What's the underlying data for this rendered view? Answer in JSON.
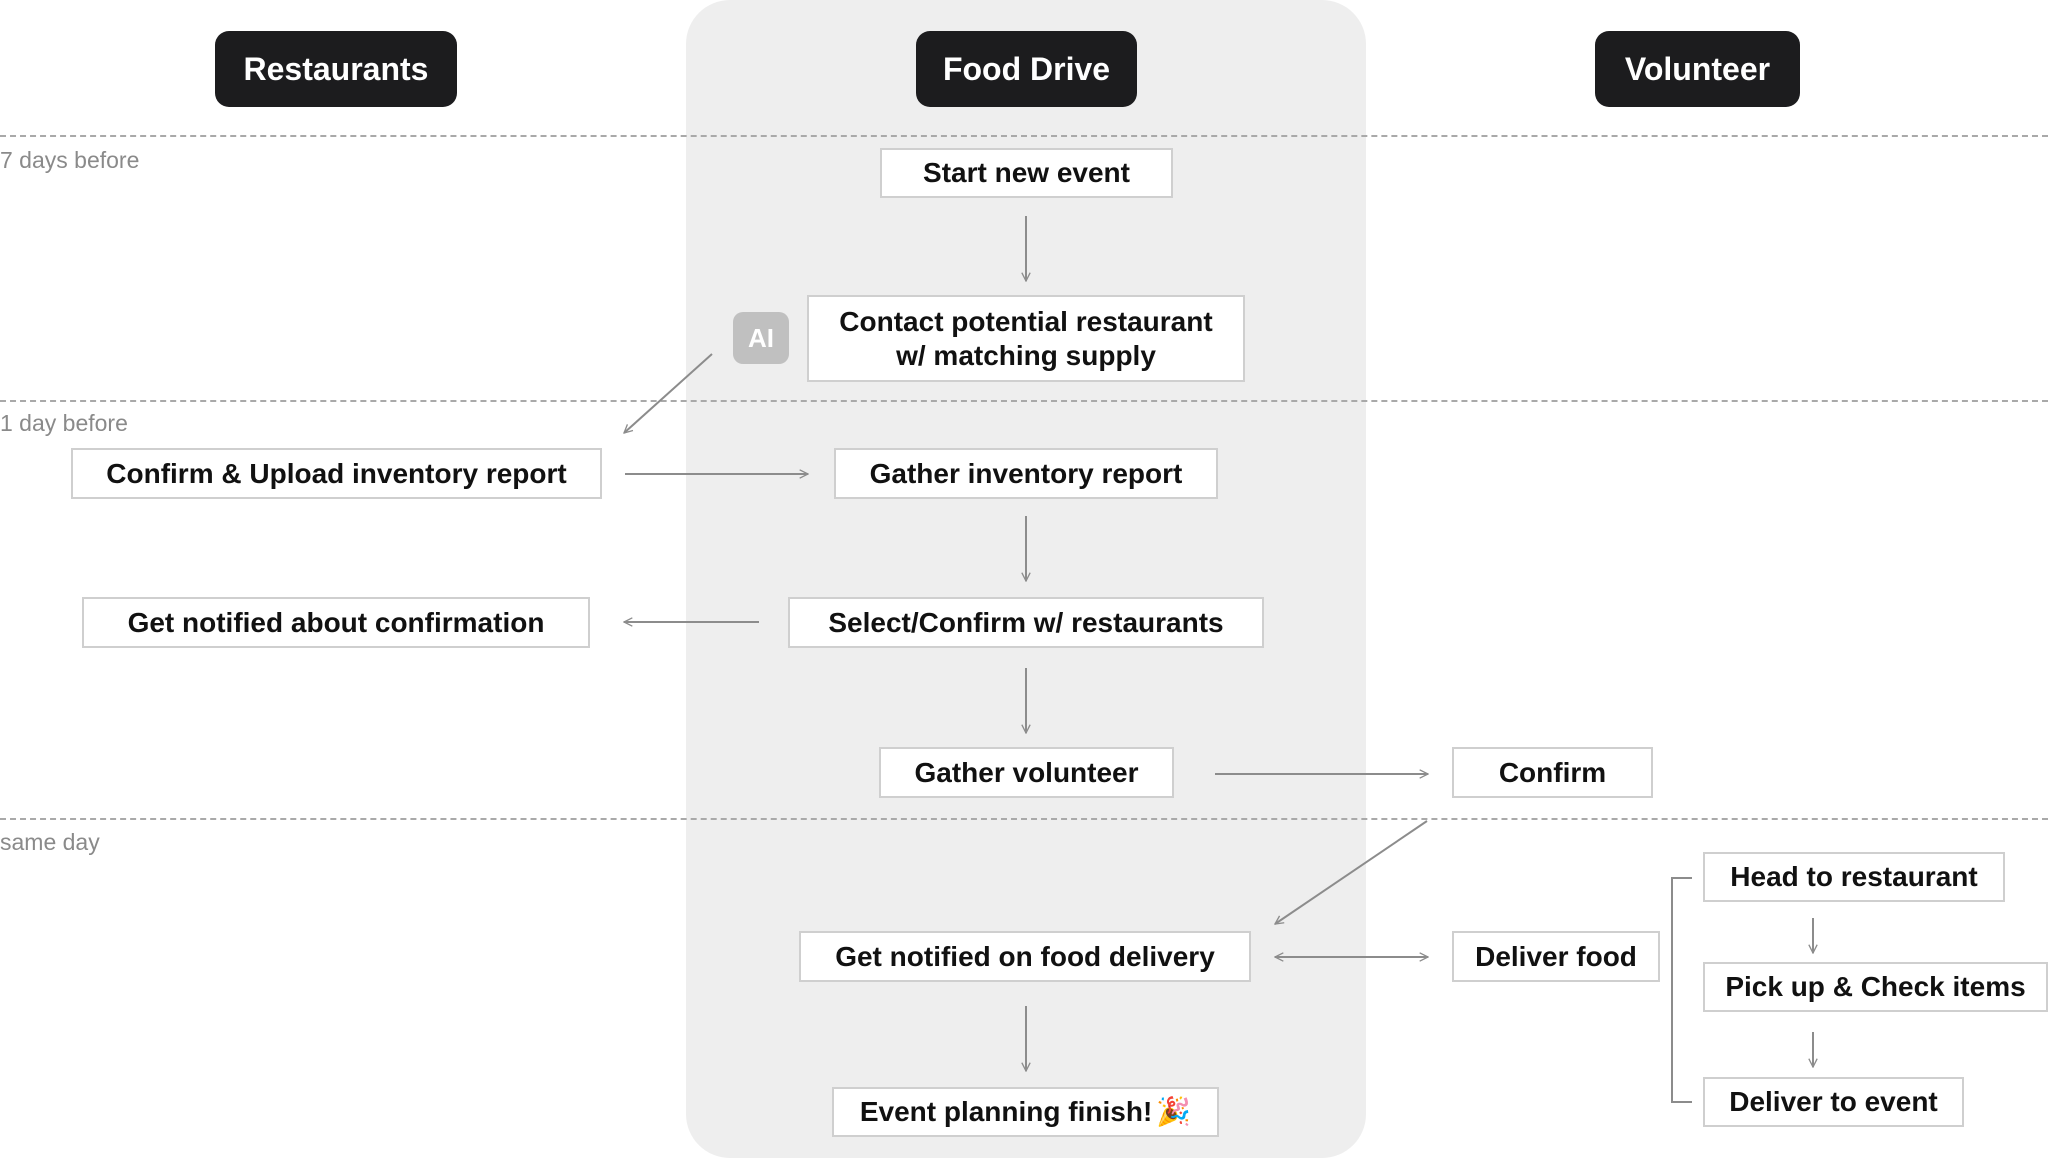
{
  "lanes": {
    "restaurants": "Restaurants",
    "food_drive": "Food Drive",
    "volunteer": "Volunteer"
  },
  "phases": {
    "seven_days": "7 days before",
    "one_day": "1 day before",
    "same_day": "same day"
  },
  "ai_badge": "AI",
  "steps": {
    "start_new_event": "Start new event",
    "contact_restaurant_line1": "Contact potential restaurant",
    "contact_restaurant_line2": "w/ matching supply",
    "confirm_upload": "Confirm & Upload inventory report",
    "gather_inventory": "Gather inventory report",
    "get_notified_confirmation": "Get notified about confirmation",
    "select_confirm": "Select/Confirm w/ restaurants",
    "gather_volunteer": "Gather volunteer",
    "confirm": "Confirm",
    "head_to_restaurant": "Head to restaurant",
    "get_notified_delivery": "Get notified on food delivery",
    "deliver_food": "Deliver food",
    "pick_up_check": "Pick up & Check items",
    "event_finish": "Event planning finish!",
    "event_finish_emoji": "🎉",
    "deliver_to_event": "Deliver to event"
  },
  "colors": {
    "header_bg": "#1c1c1e",
    "lane_bg": "#eeeeee",
    "node_border": "#cfcfcf",
    "arrow": "#8c8c8c",
    "ai_badge_bg": "#c0c0c0"
  }
}
